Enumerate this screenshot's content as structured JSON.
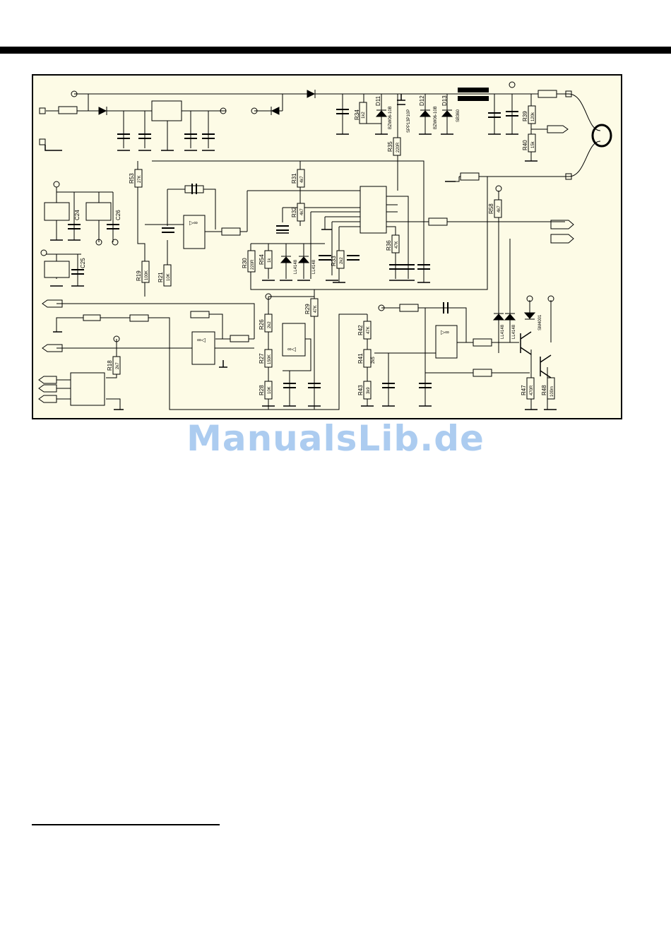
{
  "watermark": "ManualsLib.de",
  "labels": {
    "R34": "R34",
    "R34v": "1k2",
    "D11": "D11",
    "D11v": "BZW06-10B",
    "Q": "SPP13P10P",
    "D12": "D12",
    "D12v": "BZW06-10B",
    "D13": "D13",
    "D13v": "SB360",
    "R39": "R39",
    "R39v": "120k",
    "R40": "R40",
    "R40v": "15k",
    "R35": "R35",
    "R35v": "220R",
    "R53": "R53",
    "R53v": "27K",
    "R31": "R31",
    "R31v": "4k7",
    "R32": "R32",
    "R32v": "4k7",
    "R58": "R58",
    "R58v": "4k7",
    "C24": "C24",
    "C26": "C26",
    "C25": "C25",
    "R30": "R30",
    "R30v": "220R",
    "R54": "R54",
    "R54v": "1k",
    "LL1": "LL4148",
    "LL2": "LL4148",
    "R33": "R33",
    "R33v": "2k2",
    "R36": "R36",
    "R36v": "47K",
    "R19": "R19",
    "R19v": "100K",
    "R21": "R21",
    "R21v": "10K",
    "R26": "R26",
    "R26v": "2k2",
    "R29": "R29",
    "R29v": "47K",
    "R27": "R27",
    "R27v": "150K",
    "R28": "R28",
    "R28v": "10K",
    "R18": "R18",
    "R18v": "2k7",
    "R42": "R42",
    "R42v": "47K",
    "R41": "R41",
    "R41v": "2k5",
    "R43": "R43",
    "R43v": "3k9",
    "LL3": "LL4148",
    "LL4": "LL4148",
    "SM": "SM4001",
    "R47": "R47",
    "R47v": "470R",
    "R48": "R48",
    "R48v": "100m"
  }
}
